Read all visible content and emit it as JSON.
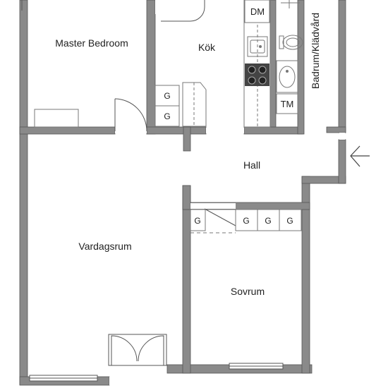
{
  "rooms": {
    "master_bedroom": "Master Bedroom",
    "kitchen": "Kök",
    "bathroom_laundry": "Badrum/Klädvård",
    "hall": "Hall",
    "living_room": "Vardagsrum",
    "bedroom": "Sovrum"
  },
  "fixtures": {
    "dishwasher": "DM",
    "dryer": "TM",
    "wardrobe": "G"
  },
  "colors": {
    "wall": "#8a8a8a",
    "wall_outline": "#555555",
    "fixture_line": "#777777",
    "hob": "#444444",
    "background": "#ffffff"
  }
}
